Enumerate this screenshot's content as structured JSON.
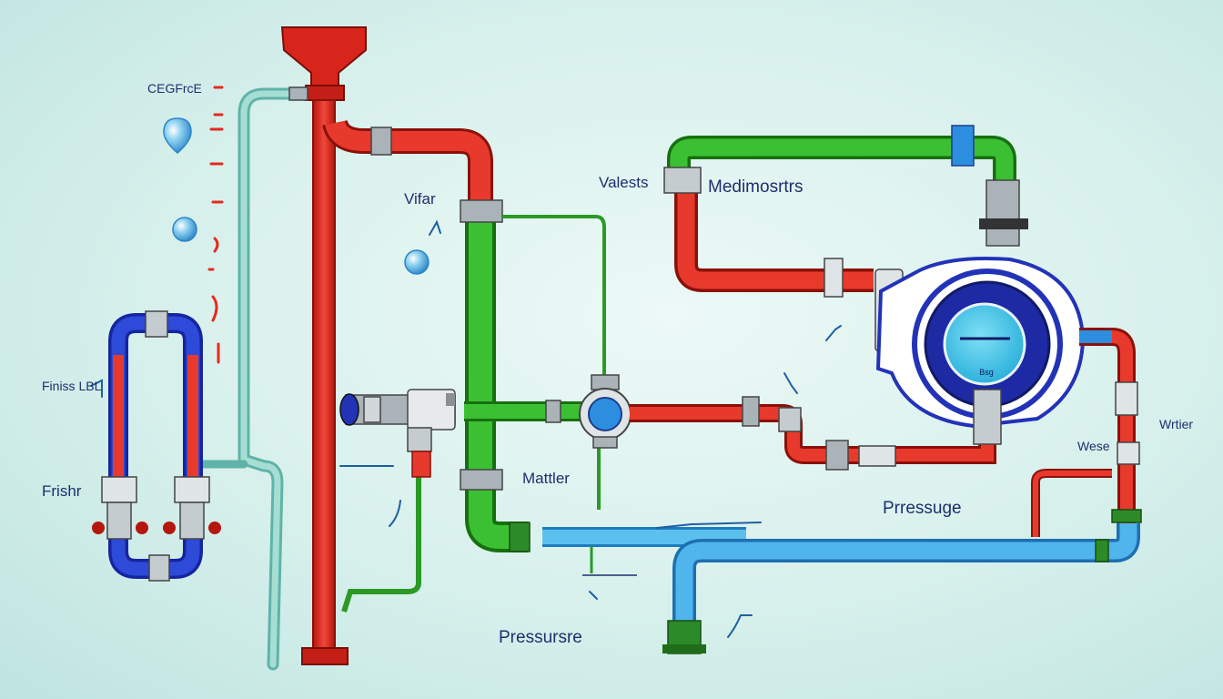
{
  "labels": {
    "top_left_caption": "CEGFrcE",
    "valve_label": "Vifar",
    "valves": "Valests",
    "measurements": "Medimosrtrs",
    "finish_small": "Finiss",
    "finish_small_suffix": "LBL",
    "finish": "Frishr",
    "matter": "Mattler",
    "pressure_right": "Prressuge",
    "pressure_bottom": "Pressursre",
    "water_right": "Wrtier",
    "wese": "Wese",
    "gauge_text": "Bsg"
  },
  "colors": {
    "red_pipe": "#e32b1f",
    "green_pipe": "#2fb02c",
    "blue_pipe": "#2d8ee0",
    "navy_pipe": "#2233b8",
    "teal_pipe": "#7cc8bd",
    "label_text": "#1d2f6e",
    "background": "#d7f0ec"
  },
  "icons": [
    "droplet-icon",
    "bubble-icon",
    "pressure-gauge-icon",
    "funnel-icon",
    "valve-icon",
    "arrow-icon"
  ]
}
